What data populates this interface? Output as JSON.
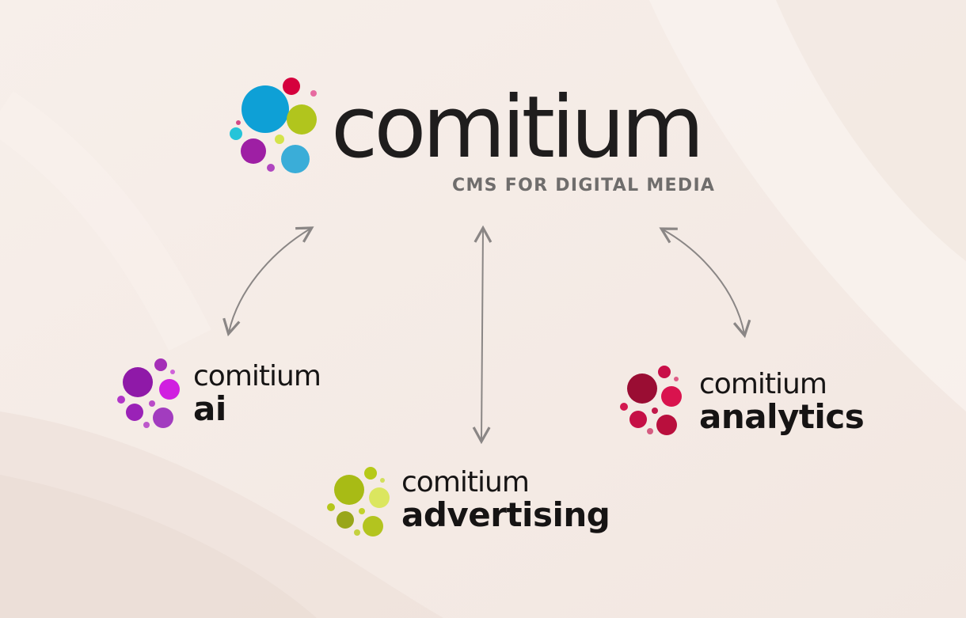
{
  "colors": {
    "background": "#f5ece7",
    "text_dark": "#1f1d1d",
    "tagline": "#6f6d6c",
    "arrow": "#8a8685"
  },
  "main_logo": {
    "word": "comitium",
    "tagline": "CMS FOR DIGITAL MEDIA"
  },
  "products": [
    {
      "key": "ai",
      "prefix": "comitium",
      "name": "ai"
    },
    {
      "key": "analytics",
      "prefix": "comitium",
      "name": "analytics"
    },
    {
      "key": "advertising",
      "prefix": "comitium",
      "name": "advertising"
    }
  ],
  "diagram_edges": [
    {
      "from": "comitium",
      "to": "comitium ai",
      "direction": "bidirectional"
    },
    {
      "from": "comitium",
      "to": "comitium advertising",
      "direction": "bidirectional"
    },
    {
      "from": "comitium",
      "to": "comitium analytics",
      "direction": "bidirectional"
    }
  ]
}
